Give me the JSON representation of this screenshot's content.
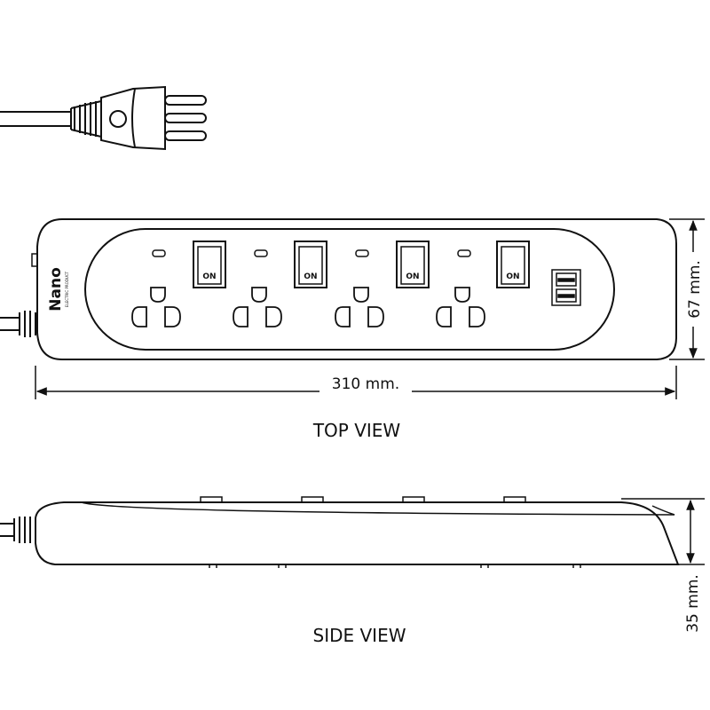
{
  "brand": {
    "name": "Nano",
    "tagline": "ELECTRIC PRODUCT"
  },
  "switches": [
    "ON",
    "ON",
    "ON",
    "ON"
  ],
  "dimensions": {
    "length": "310 mm.",
    "width": "67 mm.",
    "height": "35 mm."
  },
  "views": {
    "top": "TOP VIEW",
    "side": "SIDE VIEW"
  }
}
